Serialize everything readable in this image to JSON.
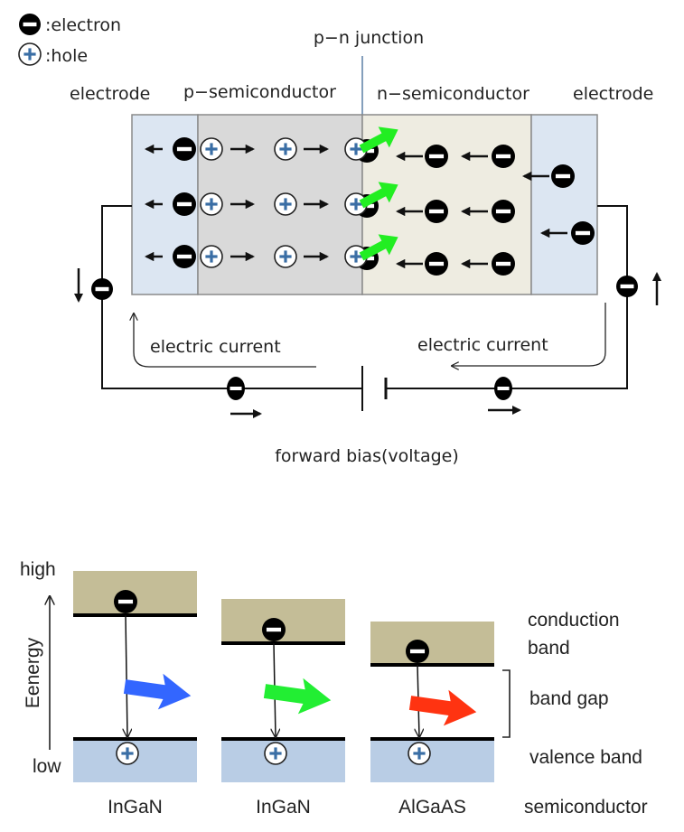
{
  "legend": {
    "electron": ":electron",
    "hole": ":hole"
  },
  "top_diagram": {
    "junction_label": "p−n junction",
    "region_labels": {
      "electrode_left": "electrode",
      "p_semiconductor": "p−semiconductor",
      "n_semiconductor": "n−semiconductor",
      "electrode_right": "electrode"
    },
    "current_label_left": "electric current",
    "current_label_right": "electric current",
    "bias_label": "forward bias(voltage)",
    "colors": {
      "electrode": "#dce6f2",
      "p_region": "#d9d9d9",
      "n_region": "#eeece1",
      "light": "#22ee22",
      "hole_plus": "#3a6ea5"
    }
  },
  "band_diagram": {
    "axis": {
      "high": "high",
      "low": "low",
      "label": "Eenergy"
    },
    "semiconductors": [
      {
        "name": "InGaN",
        "light_color": "#3366ff",
        "light": "blue"
      },
      {
        "name": "InGaN",
        "light_color": "#22ee33",
        "light": "green"
      },
      {
        "name": "AlGaAS",
        "light_color": "#ff3311",
        "light": "red"
      }
    ],
    "legend_labels": {
      "conduction": "conduction",
      "band": "band",
      "band_gap": "band gap",
      "valence_band": "valence band",
      "semiconductor": "semiconductor"
    },
    "colors": {
      "conduction_band": "#c4bd97",
      "valence_band": "#b9cde5"
    }
  }
}
